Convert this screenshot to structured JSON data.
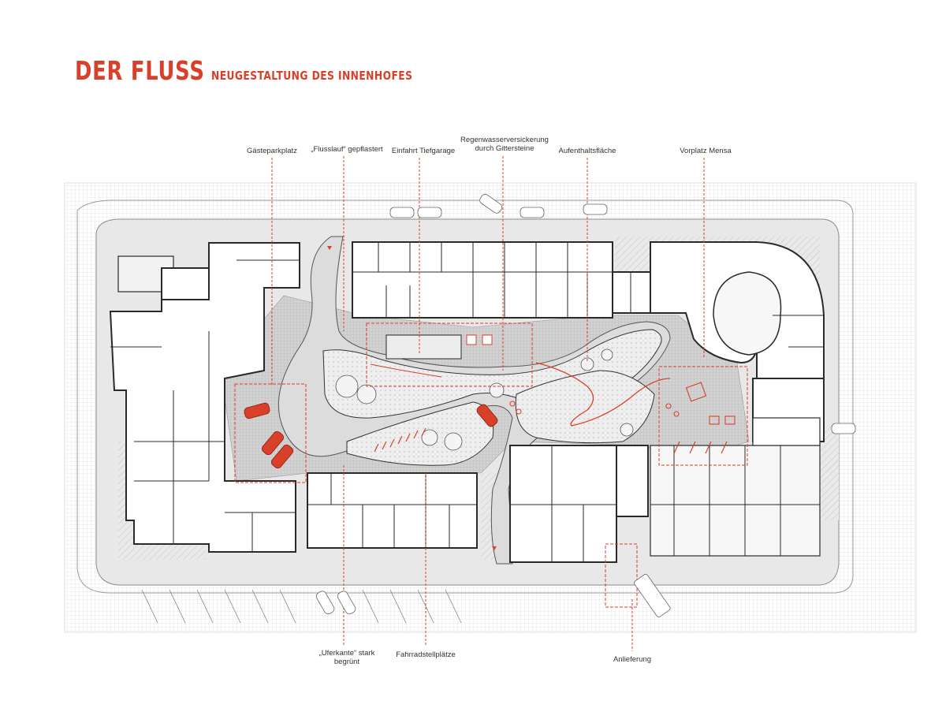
{
  "title": {
    "main": "DER FLUSS",
    "sub": "NEUGESTALTUNG DES INNENHOFES"
  },
  "labels_top": [
    {
      "id": "gaesteparkplatz",
      "text": "Gästeparkplatz"
    },
    {
      "id": "flusslauf",
      "text": "„Flusslauf“ gepflastert"
    },
    {
      "id": "einfahrt",
      "text": "Einfahrt Tiefgarage"
    },
    {
      "id": "regenwasser",
      "text": "Regenwasserversickerung\ndurch Gittersteine"
    },
    {
      "id": "aufenthalt",
      "text": "Aufenthaltsfläche"
    },
    {
      "id": "vorplatz",
      "text": "Vorplatz Mensa"
    }
  ],
  "labels_bottom": [
    {
      "id": "uferkante",
      "text": "„Uferkante“ stark\nbegrünt"
    },
    {
      "id": "fahrrad",
      "text": "Fahrradstellplätze"
    },
    {
      "id": "anlieferung",
      "text": "Anlieferung"
    }
  ],
  "colors": {
    "accent": "#d9402a",
    "building": "#ffffff",
    "wall": "#2a2a2a",
    "ground": "#e6e6e6",
    "grid": "#d4d4d4",
    "paving": "#c9c9c9"
  }
}
